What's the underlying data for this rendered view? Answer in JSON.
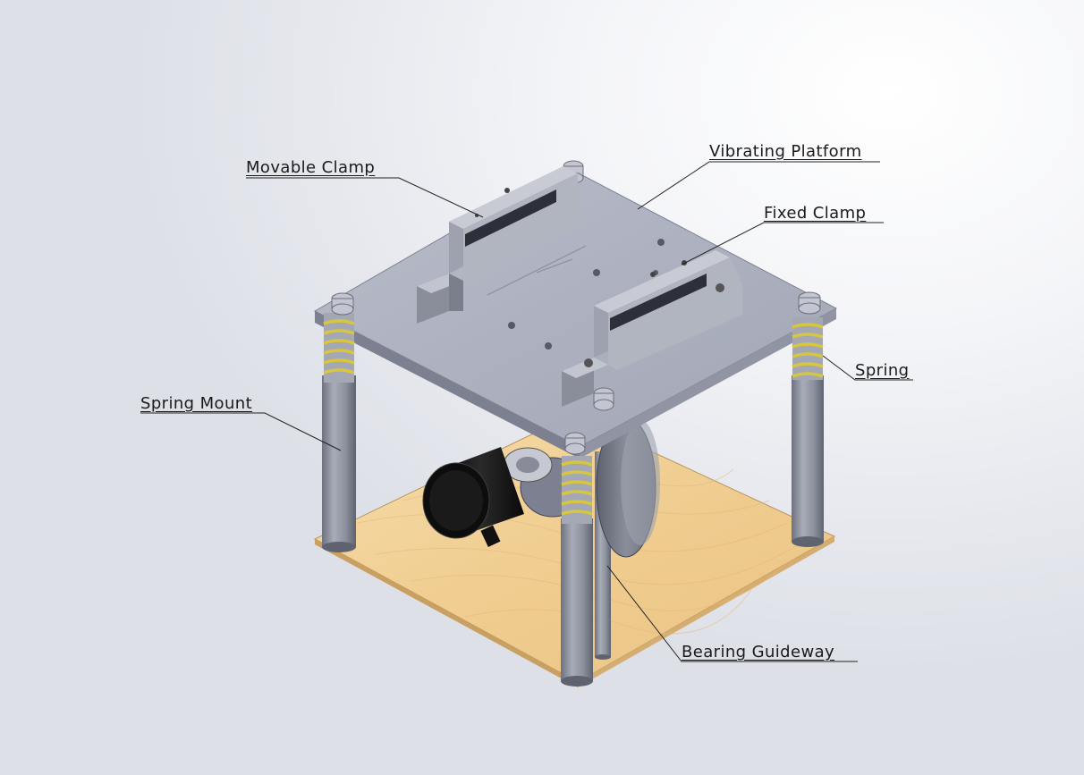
{
  "labels": {
    "movable_clamp": "Movable Clamp",
    "vibrating_platform": "Vibrating Platform",
    "fixed_clamp": "Fixed Clamp",
    "spring": "Spring",
    "spring_mount": "Spring Mount",
    "bearing_guideway": "Bearing Guideway"
  },
  "colors": {
    "platform_top": "#a9aebd",
    "metal": "#8f93a0",
    "spring": "#d8c640",
    "base_wood": "#f0ce92",
    "motor": "#111111",
    "leader_line": "#222222"
  }
}
